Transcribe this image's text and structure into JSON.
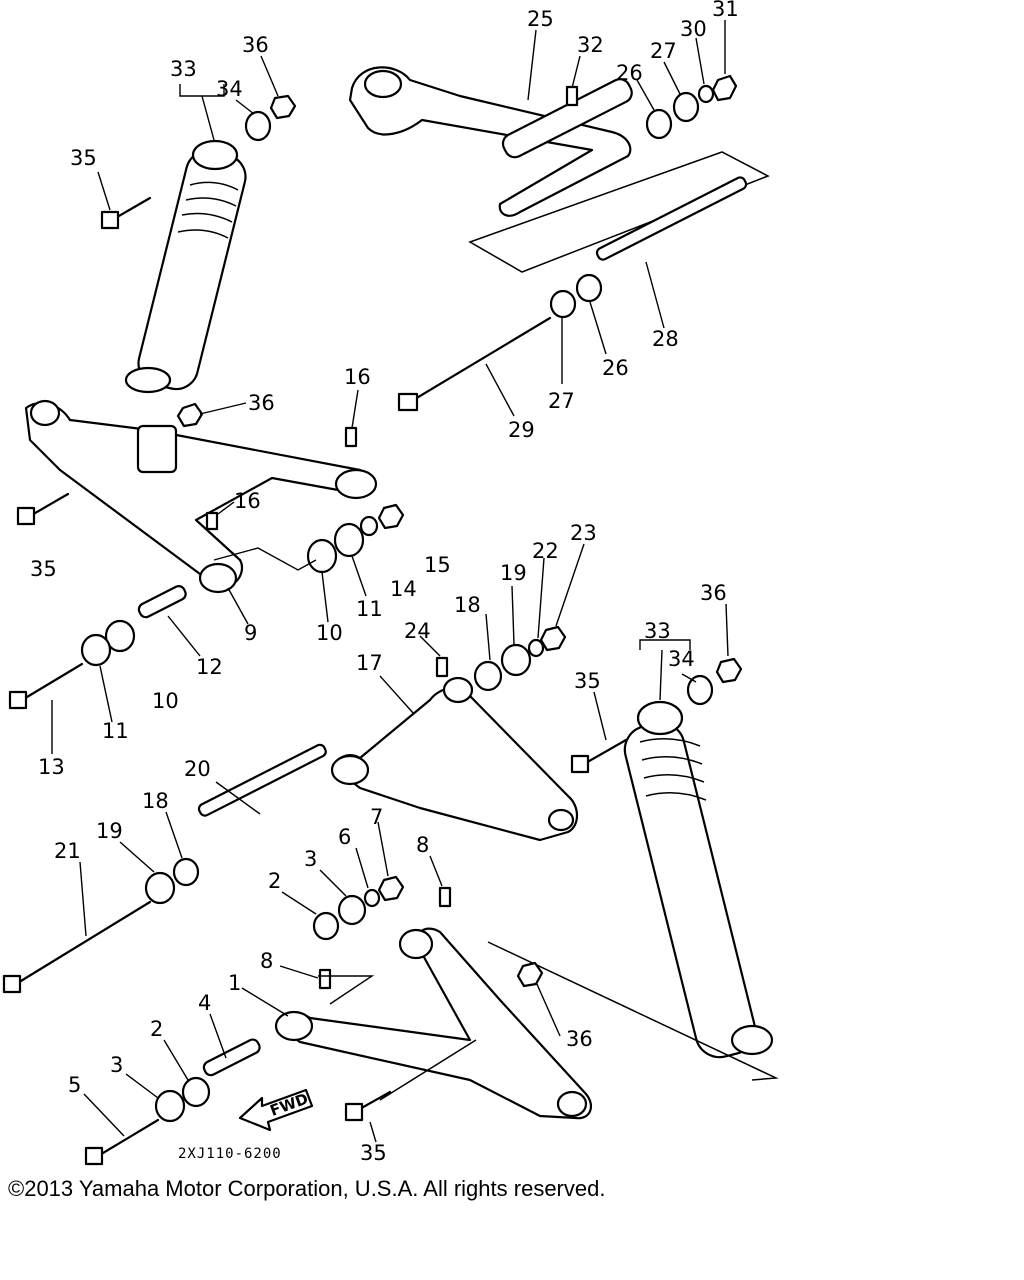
{
  "diagram": {
    "callouts": [
      {
        "id": "c25",
        "text": "25"
      },
      {
        "id": "c32",
        "text": "32"
      },
      {
        "id": "c26a",
        "text": "26"
      },
      {
        "id": "c27a",
        "text": "27"
      },
      {
        "id": "c30",
        "text": "30"
      },
      {
        "id": "c31",
        "text": "31"
      },
      {
        "id": "c28",
        "text": "28"
      },
      {
        "id": "c26b",
        "text": "26"
      },
      {
        "id": "c27b",
        "text": "27"
      },
      {
        "id": "c29",
        "text": "29"
      },
      {
        "id": "c33a",
        "text": "33"
      },
      {
        "id": "c34a",
        "text": "34"
      },
      {
        "id": "c36a",
        "text": "36"
      },
      {
        "id": "c35a",
        "text": "35"
      },
      {
        "id": "c36b",
        "text": "36"
      },
      {
        "id": "c16a",
        "text": "16"
      },
      {
        "id": "c16b",
        "text": "16"
      },
      {
        "id": "c35b",
        "text": "35"
      },
      {
        "id": "c9",
        "text": "9"
      },
      {
        "id": "c10a",
        "text": "10"
      },
      {
        "id": "c11a",
        "text": "11"
      },
      {
        "id": "c14",
        "text": "14"
      },
      {
        "id": "c15",
        "text": "15"
      },
      {
        "id": "c12",
        "text": "12"
      },
      {
        "id": "c10b",
        "text": "10"
      },
      {
        "id": "c11b",
        "text": "11"
      },
      {
        "id": "c13",
        "text": "13"
      },
      {
        "id": "c19a",
        "text": "19"
      },
      {
        "id": "c22",
        "text": "22"
      },
      {
        "id": "c23",
        "text": "23"
      },
      {
        "id": "c18a",
        "text": "18"
      },
      {
        "id": "c24",
        "text": "24"
      },
      {
        "id": "c17",
        "text": "17"
      },
      {
        "id": "c36c",
        "text": "36"
      },
      {
        "id": "c33b",
        "text": "33"
      },
      {
        "id": "c34b",
        "text": "34"
      },
      {
        "id": "c35c",
        "text": "35"
      },
      {
        "id": "c20",
        "text": "20"
      },
      {
        "id": "c18b",
        "text": "18"
      },
      {
        "id": "c19b",
        "text": "19"
      },
      {
        "id": "c21",
        "text": "21"
      },
      {
        "id": "c3a",
        "text": "3"
      },
      {
        "id": "c6",
        "text": "6"
      },
      {
        "id": "c7",
        "text": "7"
      },
      {
        "id": "c8a",
        "text": "8"
      },
      {
        "id": "c2a",
        "text": "2"
      },
      {
        "id": "c8b",
        "text": "8"
      },
      {
        "id": "c1",
        "text": "1"
      },
      {
        "id": "c4",
        "text": "4"
      },
      {
        "id": "c2b",
        "text": "2"
      },
      {
        "id": "c36d",
        "text": "36"
      },
      {
        "id": "c3b",
        "text": "3"
      },
      {
        "id": "c5",
        "text": "5"
      },
      {
        "id": "c35d",
        "text": "35"
      }
    ],
    "fwd_label": "FWD",
    "drawing_code": "2XJ110-6200"
  },
  "footer": {
    "copyright": "©2013 Yamaha Motor Corporation, U.S.A. All rights reserved."
  }
}
